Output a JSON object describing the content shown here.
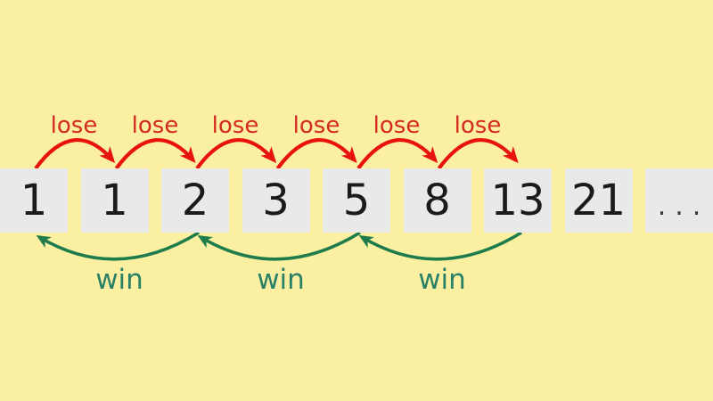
{
  "diagram": {
    "background_color": "#fbf0a2",
    "sequence": {
      "box_color": "#e9e9e9",
      "number_color": "#1b1b1b",
      "values": [
        "1",
        "1",
        "2",
        "3",
        "5",
        "8",
        "13",
        "21",
        "..."
      ]
    },
    "lose": {
      "label": "lose",
      "arc_color": "#e8120e",
      "text_color": "#d62a20",
      "connections": [
        [
          0,
          1
        ],
        [
          1,
          2
        ],
        [
          2,
          3
        ],
        [
          3,
          4
        ],
        [
          4,
          5
        ],
        [
          5,
          6
        ]
      ]
    },
    "win": {
      "label": "win",
      "arc_color": "#1e7b4b",
      "text_color": "#2a8066",
      "connections": [
        [
          2,
          0
        ],
        [
          4,
          2
        ],
        [
          6,
          4
        ]
      ]
    }
  }
}
